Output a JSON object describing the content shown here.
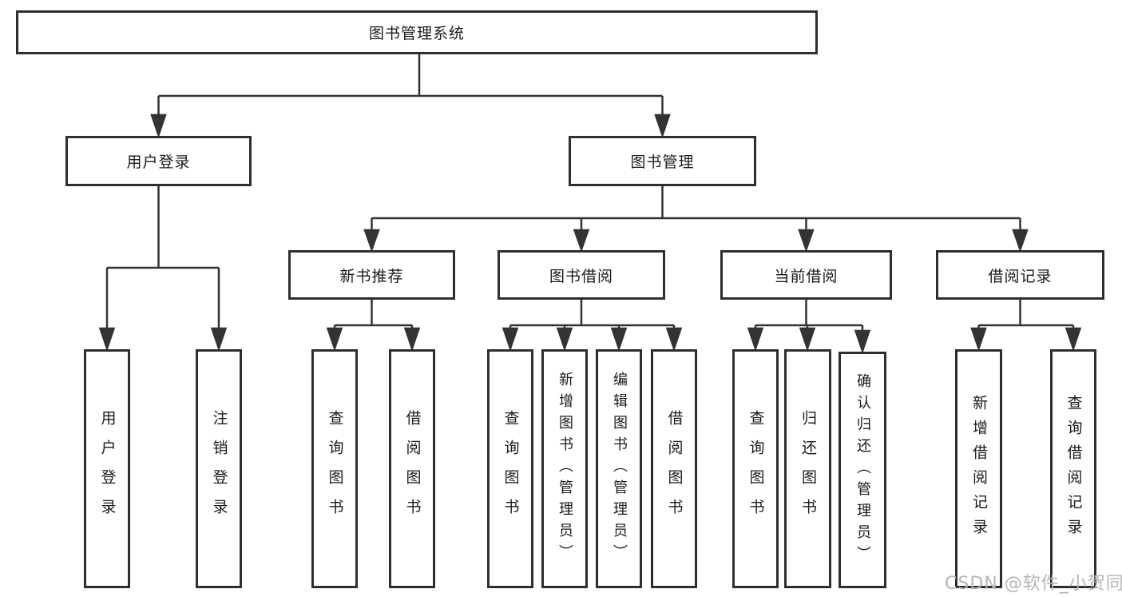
{
  "diagram": {
    "root": {
      "label": "图书管理系统"
    },
    "level2": {
      "user_login": {
        "label": "用户登录"
      },
      "book_management": {
        "label": "图书管理"
      }
    },
    "level3": {
      "new_book_recommend": {
        "label": "新书推荐"
      },
      "book_borrow": {
        "label": "图书借阅"
      },
      "current_borrow": {
        "label": "当前借阅"
      },
      "borrow_records": {
        "label": "借阅记录"
      }
    },
    "leaves": {
      "user_login_leaf": "用户登录",
      "logout": "注销登录",
      "recommend_query_books": "查询图书",
      "recommend_borrow_books": "借阅图书",
      "borrow_query_books": "查询图书",
      "borrow_add_books_admin": "新增图书（管理员）",
      "borrow_edit_books_admin": "编辑图书（管理员）",
      "borrow_borrow_books": "借阅图书",
      "current_query_books": "查询图书",
      "current_return_books": "归还图书",
      "current_confirm_return_admin": "确认归还（管理员）",
      "records_add_record": "新增借阅记录",
      "records_query_record": "查询借阅记录"
    }
  },
  "watermark": {
    "text": "CSDN @软件_小贺同学"
  },
  "colors": {
    "line": "#333333",
    "box_border": "#2e2e2e",
    "text": "#1a1a1a",
    "watermark": "#b5b5b5",
    "background": "#ffffff"
  }
}
